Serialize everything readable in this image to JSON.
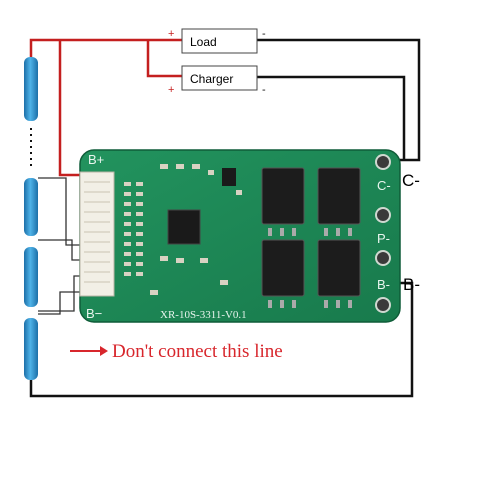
{
  "labels": {
    "load": "Load",
    "charger": "Charger",
    "plus": "+",
    "minus": "-",
    "c_minus": "C-",
    "b_minus": "B-",
    "board_b_plus": "B+",
    "board_b_minus": "B−",
    "board_c": "C-",
    "board_p": "P-",
    "board_b": "B-",
    "board_model": "XR-10S-3311-V0.1",
    "warning": "Don't connect this line"
  },
  "colors": {
    "board_green": "#1e8a58",
    "wire_red": "#c41f1f",
    "wire_black": "#111111",
    "cell_blue": "#2a8fcf",
    "warning_red": "#d8262c"
  }
}
